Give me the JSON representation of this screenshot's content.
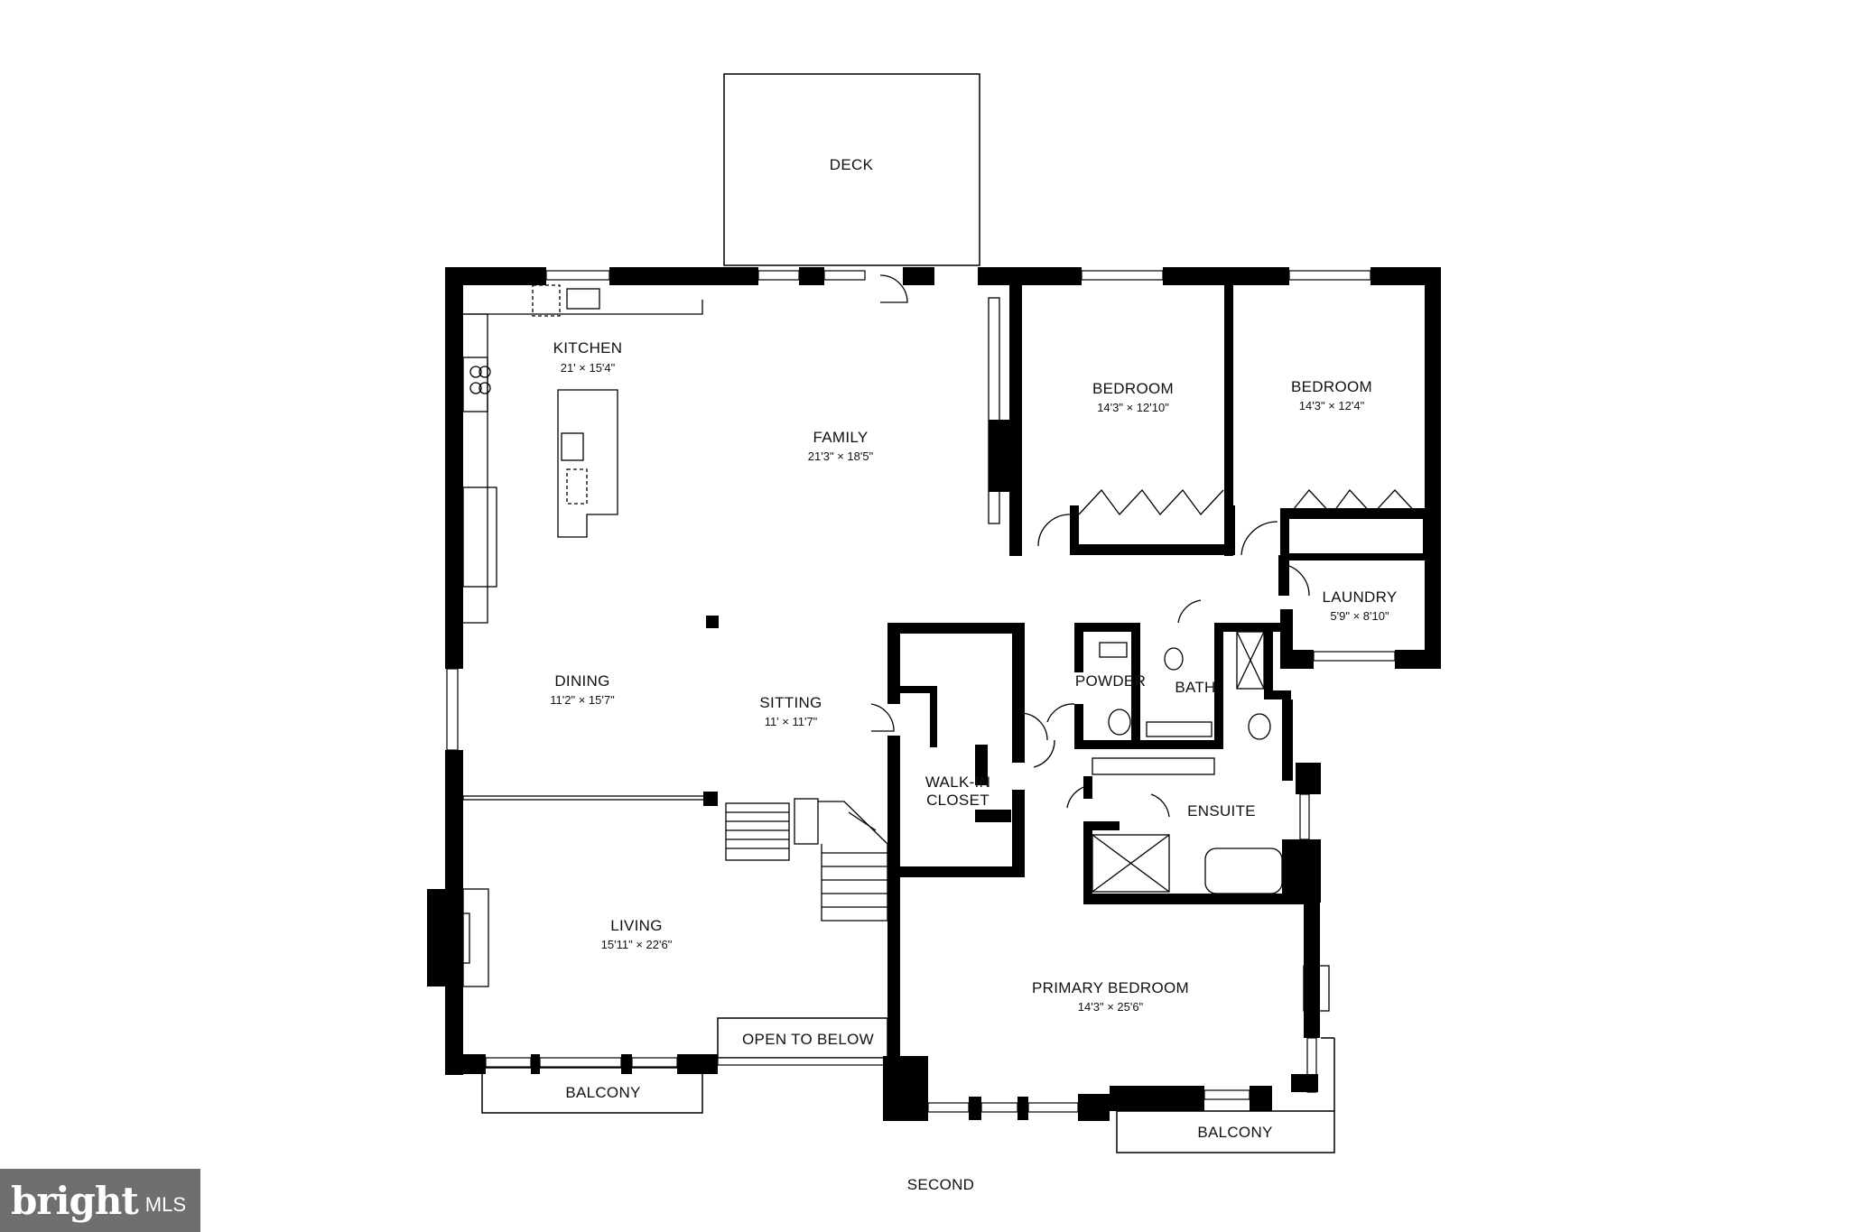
{
  "plan": {
    "floor_label": "SECOND",
    "rooms": {
      "deck": {
        "name": "DECK",
        "dim": ""
      },
      "kitchen": {
        "name": "KITCHEN",
        "dim": "21' × 15'4\""
      },
      "family": {
        "name": "FAMILY",
        "dim": "21'3\" × 18'5\""
      },
      "bedroom1": {
        "name": "BEDROOM",
        "dim": "14'3\" × 12'10\""
      },
      "bedroom2": {
        "name": "BEDROOM",
        "dim": "14'3\" × 12'4\""
      },
      "laundry": {
        "name": "LAUNDRY",
        "dim": "5'9\" × 8'10\""
      },
      "dining": {
        "name": "DINING",
        "dim": "11'2\" × 15'7\""
      },
      "sitting": {
        "name": "SITTING",
        "dim": "11' × 11'7\""
      },
      "powder": {
        "name": "POWDER"
      },
      "bath": {
        "name": "BATH"
      },
      "walkin": {
        "name_line1": "WALK-IN",
        "name_line2": "CLOSET"
      },
      "ensuite": {
        "name": "ENSUITE"
      },
      "living": {
        "name": "LIVING",
        "dim": "15'11\" × 22'6\""
      },
      "primary": {
        "name": "PRIMARY BEDROOM",
        "dim": "14'3\" × 25'6\""
      },
      "open_to_below": {
        "name": "OPEN TO BELOW"
      },
      "balcony_left": {
        "name": "BALCONY"
      },
      "balcony_right": {
        "name": "BALCONY"
      }
    }
  },
  "branding": {
    "name": "bright",
    "suffix": "MLS",
    "accent": "#e0413a"
  }
}
